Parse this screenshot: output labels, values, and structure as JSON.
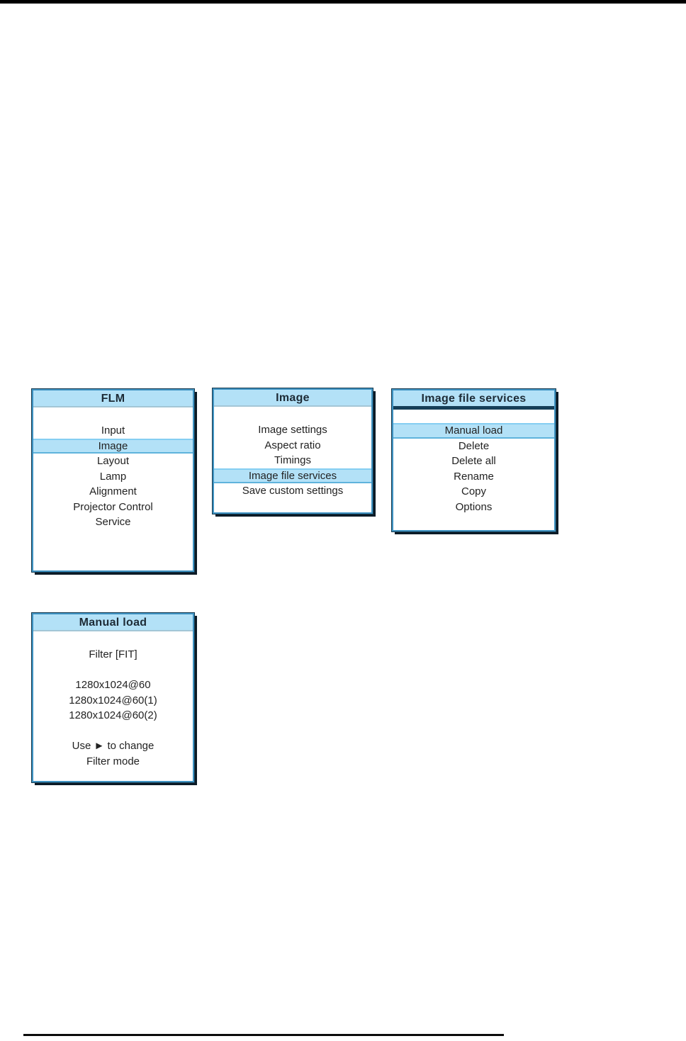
{
  "colors": {
    "menu_header_blue": "#b3e1f7",
    "menu_highlight_blue": "#b3e1f7",
    "menu_border_blue": "#3f93c2",
    "menu_frame_dark": "#0c1b26",
    "page_rule_black": "#000000"
  },
  "menus": {
    "flm": {
      "title": "FLM",
      "items": [
        {
          "label": "Input",
          "highlighted": false
        },
        {
          "label": "Image",
          "highlighted": true
        },
        {
          "label": "Layout",
          "highlighted": false
        },
        {
          "label": "Lamp",
          "highlighted": false
        },
        {
          "label": "Alignment",
          "highlighted": false
        },
        {
          "label": "Projector Control",
          "highlighted": false
        },
        {
          "label": "Service",
          "highlighted": false
        }
      ]
    },
    "image": {
      "title": "Image",
      "items": [
        {
          "label": "Image settings",
          "highlighted": false
        },
        {
          "label": "Aspect ratio",
          "highlighted": false
        },
        {
          "label": "Timings",
          "highlighted": false
        },
        {
          "label": "Image file services",
          "highlighted": true
        },
        {
          "label": "Save custom settings",
          "highlighted": false
        }
      ]
    },
    "image_file_services": {
      "title": "Image file services",
      "items": [
        {
          "label": "Manual load",
          "highlighted": true
        },
        {
          "label": "Delete",
          "highlighted": false
        },
        {
          "label": "Delete all",
          "highlighted": false
        },
        {
          "label": "Rename",
          "highlighted": false
        },
        {
          "label": "Copy",
          "highlighted": false
        },
        {
          "label": "Options",
          "highlighted": false
        }
      ]
    },
    "manual_load": {
      "title": "Manual load",
      "filter_label": "Filter [FIT]",
      "files": [
        "1280x1024@60",
        "1280x1024@60(1)",
        "1280x1024@60(2)"
      ],
      "hint_line_1": "Use ► to change",
      "hint_line_2": "Filter mode"
    }
  }
}
